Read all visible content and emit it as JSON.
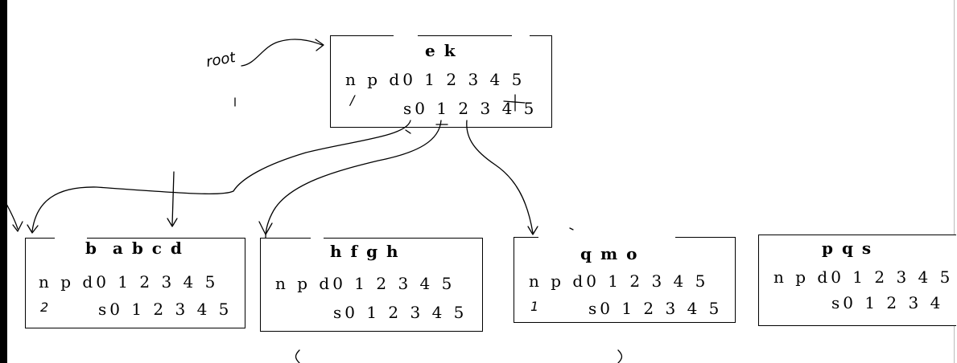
{
  "root_label": "root",
  "root_node": {
    "keys": "e k",
    "row1": "n p d0 1 2 3 4 5",
    "row2": "s0 1 2 3 4 5",
    "mark": "/"
  },
  "children": [
    {
      "keys": "b  a b c d",
      "row1": "n p d0 1 2 3 4 5",
      "row2": "s0 1 2 3 4 5",
      "mark": "2"
    },
    {
      "keys": "h f g h",
      "row1": "n p d0 1 2 3 4 5",
      "row2": "s0 1 2 3 4 5",
      "mark": ""
    },
    {
      "keys": "q m o",
      "row1": "n p d0 1 2 3 4 5",
      "row2": "s0 1 2 3 4 5",
      "mark": "1"
    },
    {
      "keys": "p q s",
      "row1": "n p d0 1 2 3 4 5",
      "row2": "s0 1 2 3 4",
      "mark": ""
    }
  ],
  "colors": {
    "ink": "#000000",
    "background": "#ffffff"
  }
}
